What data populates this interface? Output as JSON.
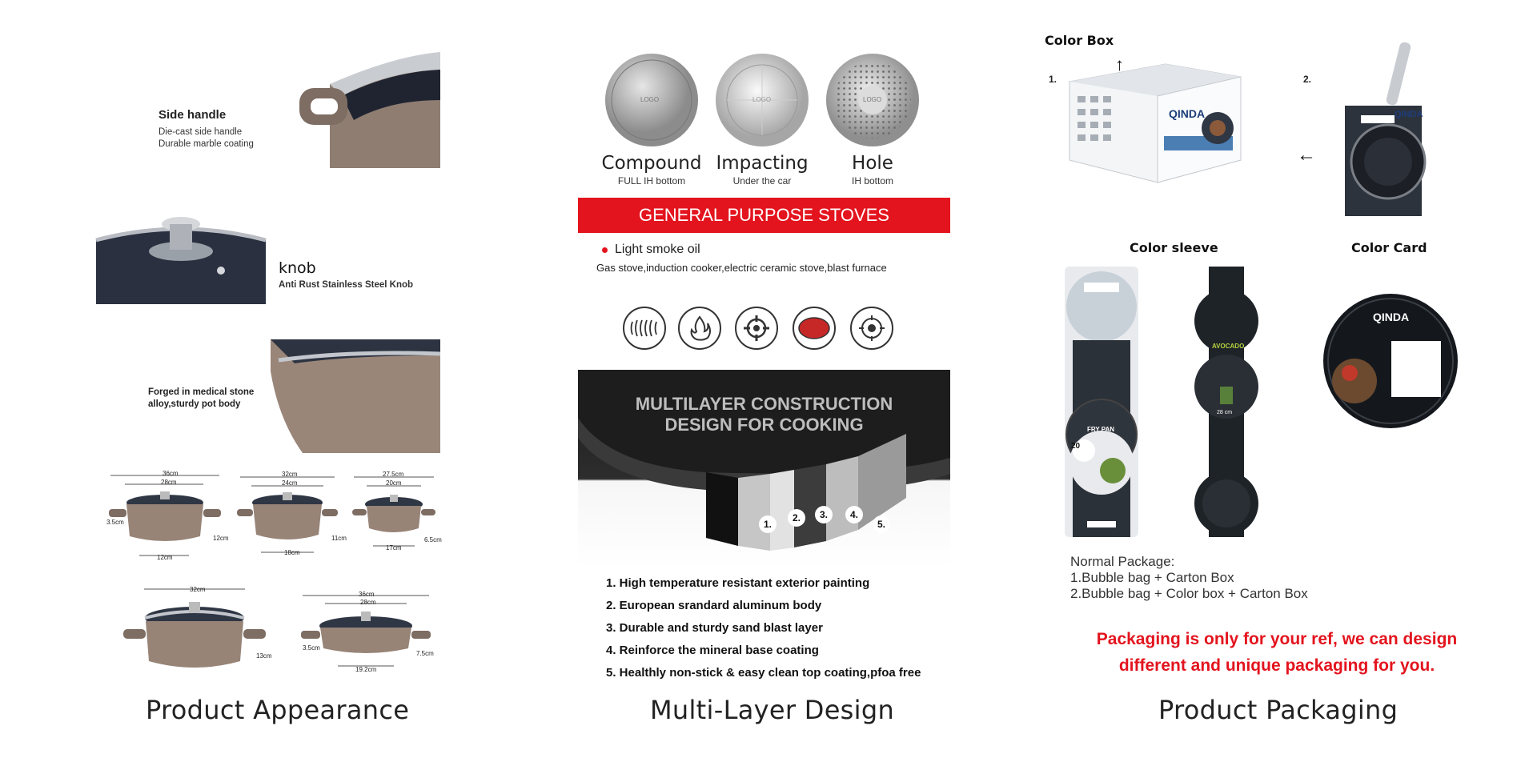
{
  "columns": {
    "appearance": {
      "caption": "Product Appearance"
    },
    "multilayer": {
      "caption": "Multi-Layer Design"
    },
    "packaging": {
      "caption": "Product Packaging"
    }
  },
  "appearance": {
    "side_handle": {
      "title": "Side handle",
      "line1": "Die-cast side handle",
      "line2": "Durable marble coating"
    },
    "knob": {
      "title": "knob",
      "subtitle": "Anti Rust Stainless Steel Knob"
    },
    "body": {
      "line1": "Forged in medical stone",
      "line2": "alloy,sturdy pot body"
    },
    "sizes_row1": [
      {
        "outer": "36cm",
        "inner": "28cm",
        "side": "3.5cm",
        "height": "12cm",
        "base": "12cm"
      },
      {
        "outer": "32cm",
        "inner": "24cm",
        "height": "11cm",
        "base": "18cm"
      },
      {
        "outer": "27.5cm",
        "inner": "20cm",
        "height": "6.5cm",
        "base": "17cm"
      }
    ],
    "sizes_row2": [
      {
        "outer": "32cm",
        "height": "13cm"
      },
      {
        "outer": "36cm",
        "inner": "28cm",
        "side": "3.5cm",
        "height": "7.5cm",
        "base": "19.2cm"
      }
    ]
  },
  "multilayer": {
    "bottoms": [
      {
        "title": "Compound",
        "subtitle": "FULL IH bottom",
        "logo": "LOGO"
      },
      {
        "title": "Impacting",
        "subtitle": "Under the car",
        "logo": "LOGO"
      },
      {
        "title": "Hole",
        "subtitle": "IH bottom",
        "logo": "LOGO"
      }
    ],
    "banner": "GENERAL PURPOSE STOVES",
    "oil_bullet": "Light smoke oil",
    "stoves_line": "Gas stove,induction cooker,electric ceramic stove,blast furnace",
    "stove_icons": [
      "induction-coil-icon",
      "flame-icon",
      "gas-burner-icon",
      "ceramic-plate-icon",
      "halogen-icon"
    ],
    "construction_title_1": "MULTILAYER CONSTRUCTION",
    "construction_title_2": "DESIGN FOR COOKING",
    "layer_numbers": [
      "1.",
      "2.",
      "3.",
      "4.",
      "5."
    ],
    "features": [
      "1. High temperature resistant exterior painting",
      "2. European srandard aluminum body",
      "3. Durable and sturdy sand blast layer",
      "4. Reinforce the mineral base coating",
      "5. Healthly non-stick & easy clean top coating,pfoa free"
    ]
  },
  "packaging": {
    "color_box": {
      "title": "Color Box",
      "number": "1.",
      "brand": "QINDA"
    },
    "color_pan_box": {
      "number": "2.",
      "brand": "QINDA"
    },
    "color_sleeve": {
      "title": "Color sleeve",
      "label_a": "FRY PAN",
      "size_a": "20",
      "label_b": "AVOCADO",
      "size_b": "28 cm"
    },
    "color_card": {
      "title": "Color Card",
      "brand": "QINDA"
    },
    "normal_package": {
      "heading": "Normal Package:",
      "line1": "1.Bubble bag + Carton Box",
      "line2": "2.Bubble bag + Color box + Carton Box"
    },
    "note_line1": "Packaging is only for your ref, we can design",
    "note_line2": "different and unique packaging for you."
  },
  "colors": {
    "accent_red": "#e3141e",
    "marble": "#9c8a7e",
    "dark_pan": "#1e1e1e"
  }
}
